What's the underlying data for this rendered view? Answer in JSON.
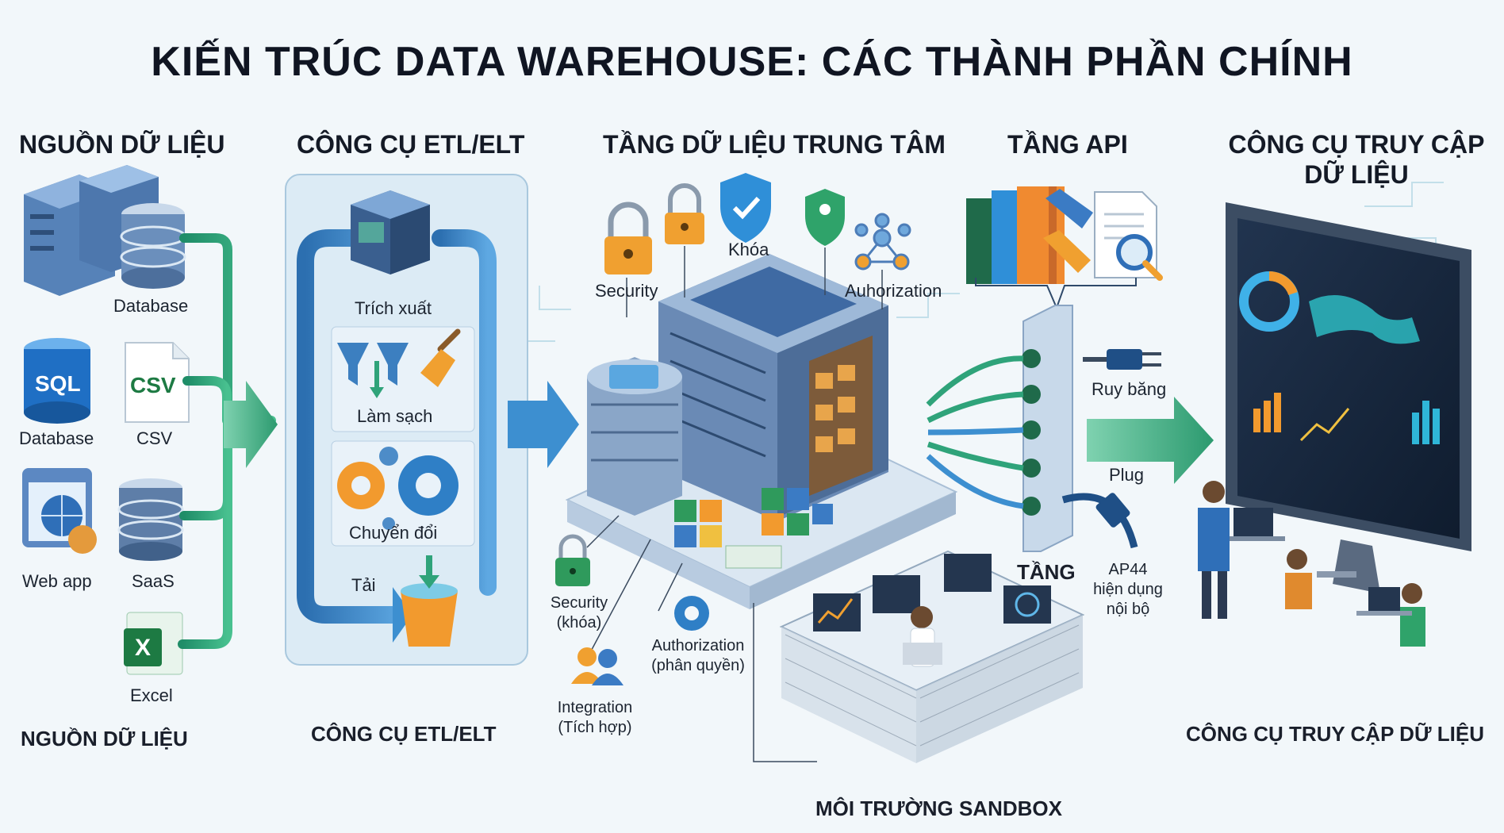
{
  "title": "KIẾN TRÚC DATA WAREHOUSE: CÁC THÀNH PHẦN CHÍNH",
  "sections": {
    "sources": "NGUỒN DỮ LIỆU",
    "etl": "CÔNG CỤ ETL/ELT",
    "core": "TẦNG DỮ LIỆU TRUNG TÂM",
    "api": "TẦNG API",
    "access_line1": "CÔNG CỤ TRUY CẬP",
    "access_line2": "DỮ LIỆU"
  },
  "sources": {
    "database_top": "Database",
    "sql_badge": "SQL",
    "csv_badge": "CSV",
    "database": "Database",
    "csv": "CSV",
    "webapp": "Web app",
    "saas": "SaaS",
    "excel": "Excel",
    "excel_badge": "X"
  },
  "etl": {
    "extract": "Trích xuất",
    "clean": "Làm sạch",
    "transform": "Chuyển đổi",
    "load": "Tải"
  },
  "core": {
    "security": "Security",
    "lock": "Khóa",
    "authorization_top": "Auhorization",
    "security_lock_line1": "Security",
    "security_lock_line2": "(khóa)",
    "authorization_line1": "Authorization",
    "authorization_line2": "(phân quyền)",
    "integration_line1": "Integration",
    "integration_line2": "(Tích hợp)"
  },
  "api": {
    "ruy_bang": "Ruy băng",
    "plug": "Plug",
    "tang": "TẦNG",
    "ap_line1": "AP44",
    "ap_line2": "hiện dụng",
    "ap_line3": "nội bộ"
  },
  "footer": {
    "sources": "NGUỒN DỮ LIỆU",
    "etl": "CÔNG CỤ ETL/ELT",
    "sandbox": "MÔI TRƯỜNG SANDBOX",
    "access": "CÔNG CỤ TRUY CẬP DỮ LIỆU"
  },
  "colors": {
    "pipe_green": "#2fa37a",
    "pipe_blue": "#3d8fd0",
    "panel_bg": "#dcebf5",
    "server_blue": "#4a78b8",
    "orange": "#f0a030"
  }
}
